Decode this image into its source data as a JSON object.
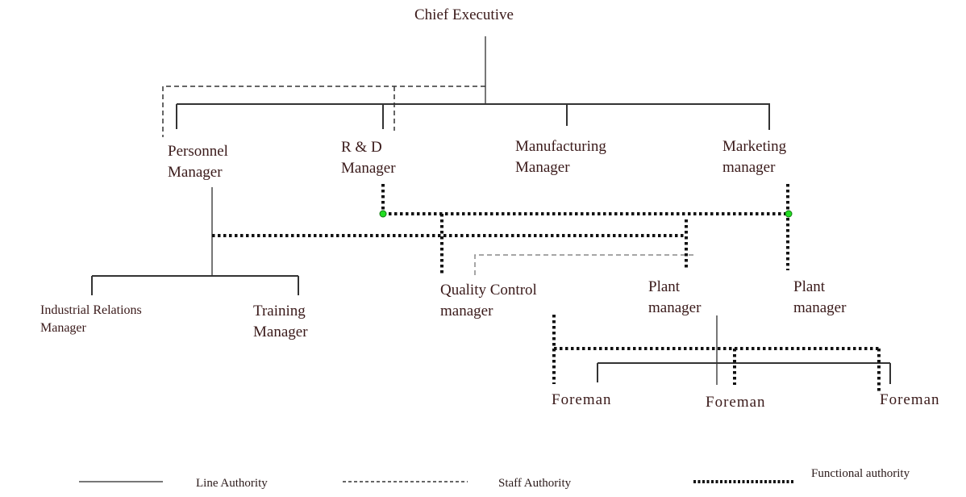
{
  "diagram": {
    "type": "organization-chart",
    "nodes": {
      "chief_executive": "Chief Executive",
      "personnel_manager": [
        "Personnel",
        "Manager"
      ],
      "rd_manager": [
        "R & D",
        "Manager"
      ],
      "manufacturing_manager": [
        "Manufacturing",
        "Manager"
      ],
      "marketing_manager": [
        "Marketing",
        "manager"
      ],
      "industrial_relations_manager": [
        "Industrial Relations",
        "Manager"
      ],
      "training_manager": [
        "Training",
        "Manager"
      ],
      "quality_control_manager": [
        "Quality Control",
        "manager"
      ],
      "plant_manager_1": [
        "Plant",
        "manager"
      ],
      "plant_manager_2": [
        "Plant",
        "manager"
      ],
      "foreman_1": "Foreman",
      "foreman_2": "Foreman",
      "foreman_3": "Foreman"
    },
    "connector_colors": {
      "line": "#333333",
      "staff": "#333333",
      "functional": "#111111",
      "junction_dot": "#22dd22"
    }
  },
  "legend": {
    "line_authority": "Line Authority",
    "staff_authority": "Staff Authority",
    "functional_authority": "Functional authority"
  }
}
